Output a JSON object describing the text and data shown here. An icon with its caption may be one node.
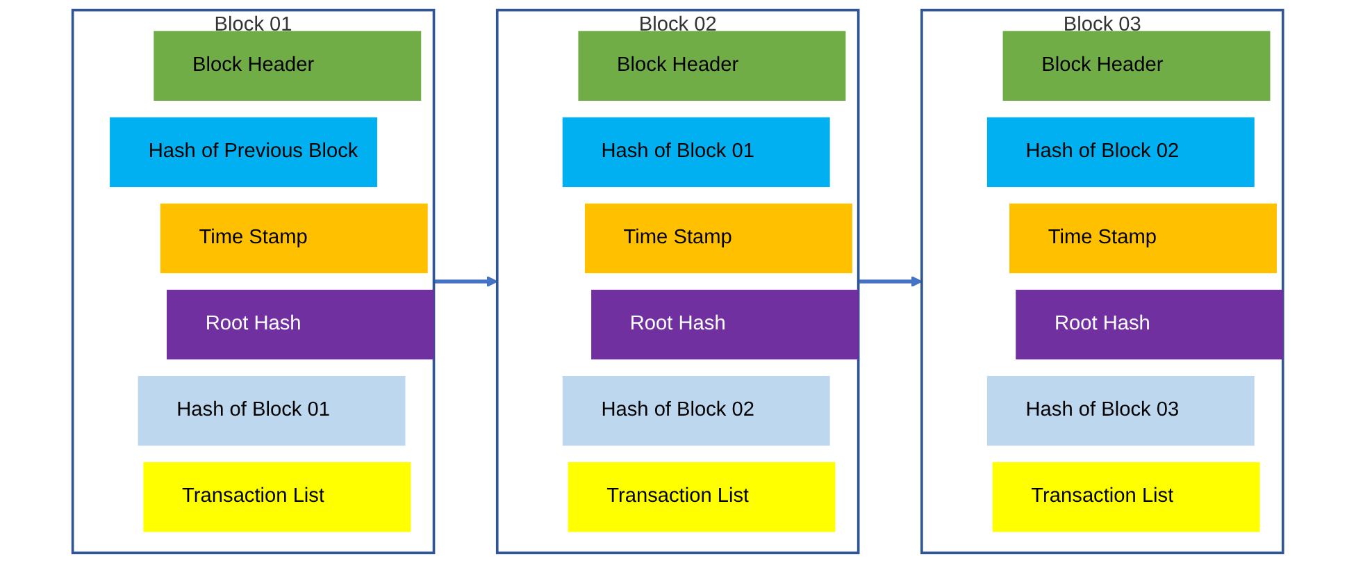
{
  "diagram": {
    "nodes": [
      {
        "text": [
          "Block 01"
        ]
      },
      {
        "text": [
          "Block Header"
        ],
        "in": 0
      },
      {
        "text": [
          "Hash of Previous Block"
        ],
        "in": 0
      },
      {
        "text": [
          "Time Stamp"
        ],
        "in": 0
      },
      {
        "text": [
          "Root Hash"
        ],
        "in": 0
      },
      {
        "text": [
          "Hash of Block 01"
        ],
        "in": 0
      },
      {
        "text": [
          "Transaction List"
        ],
        "in": 0
      },
      {
        "text": [
          "Block 02"
        ]
      },
      {
        "text": [
          "Block Header"
        ],
        "in": 7
      },
      {
        "text": [
          "Hash of Block 01"
        ],
        "in": 7
      },
      {
        "text": [
          "Time Stamp"
        ],
        "in": 7
      },
      {
        "text": [
          "Root Hash"
        ],
        "in": 7
      },
      {
        "text": [
          "Hash of Block 02"
        ],
        "in": 7
      },
      {
        "text": [
          "Transaction List"
        ],
        "in": 7
      },
      {
        "text": [
          "Block 03"
        ]
      },
      {
        "text": [
          "Block Header"
        ],
        "in": 14
      },
      {
        "text": [
          "Hash of Block 02"
        ],
        "in": 14
      },
      {
        "text": [
          "Time Stamp"
        ],
        "in": 14
      },
      {
        "text": [
          "Root Hash"
        ],
        "in": 14
      },
      {
        "text": [
          "Hash of Block 03"
        ],
        "in": 14
      },
      {
        "text": [
          "Transaction List"
        ],
        "in": 14
      }
    ],
    "edges": [
      {
        "from": 0,
        "to": 7,
        "arrow": "to"
      },
      {
        "from": 7,
        "to": 14,
        "arrow": "to"
      }
    ]
  }
}
